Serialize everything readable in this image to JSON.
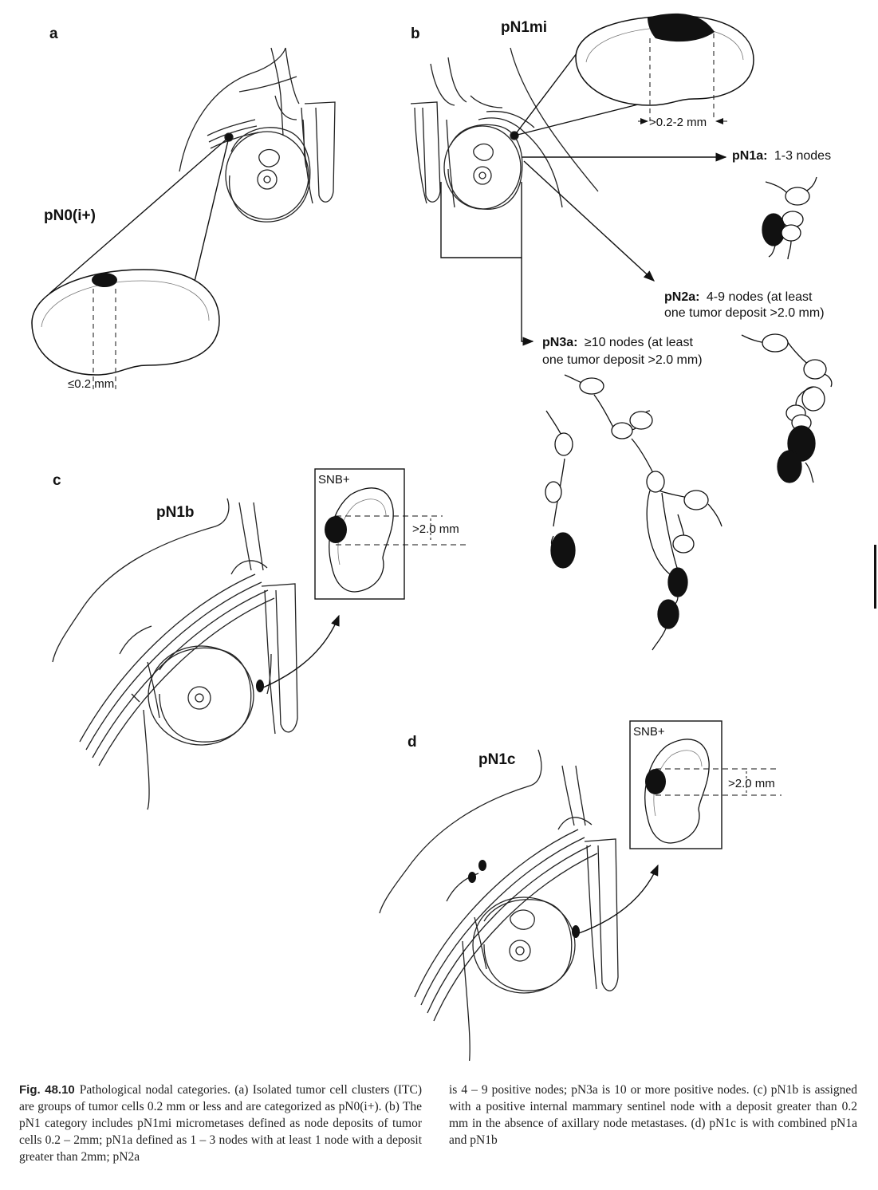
{
  "panels": {
    "a": {
      "letter": "a",
      "title": "pN0(i+)",
      "dimension": "≤0.2 mm"
    },
    "b": {
      "letter": "b",
      "title": "pN1mi",
      "dimension": ">0.2-2 mm",
      "pn1a": {
        "term": "pN1a:",
        "text": "1-3 nodes"
      },
      "pn2a": {
        "term": "pN2a:",
        "text": "4-9 nodes (at least",
        "line2": "one tumor deposit >2.0 mm)"
      },
      "pn3a": {
        "term": "pN3a:",
        "text": "≥10 nodes (at least",
        "line2": "one tumor deposit >2.0 mm)"
      }
    },
    "c": {
      "letter": "c",
      "title": "pN1b",
      "box_label": "SNB+",
      "dimension": ">2.0 mm"
    },
    "d": {
      "letter": "d",
      "title": "pN1c",
      "box_label": "SNB+",
      "dimension": ">2.0 mm"
    }
  },
  "caption": {
    "label": "Fig. 48.10",
    "left": "Pathological nodal categories. (a) Isolated tumor cell clusters (ITC) are groups of tumor cells 0.2 mm or less and are categorized as pN0(i+). (b) The pN1 category includes pN1mi micrometases defined as node deposits of tumor cells 0.2 – 2mm; pN1a defined as 1 – 3 nodes with at least 1 node with a deposit greater than 2mm; pN2a",
    "right": "is 4 – 9 positive nodes; pN3a is 10 or more positive nodes. (c) pN1b is assigned with a positive internal mammary sentinel node with a deposit greater than 0.2 mm in the absence of axillary node metastases. (d) pN1c is with combined pN1a and pN1b"
  }
}
